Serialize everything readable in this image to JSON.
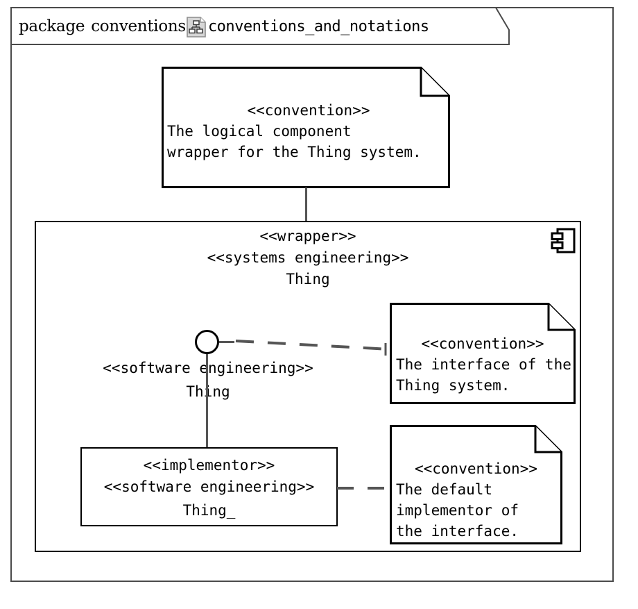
{
  "package": {
    "keyword": "package",
    "name": "conventions",
    "icon": "diagram-page-icon",
    "qualified_name": "conventions_and_notations"
  },
  "notes": [
    {
      "id": "note-wrapper",
      "stereotype": "<<convention>>",
      "lines": [
        "The logical component",
        "wrapper for the Thing system."
      ]
    },
    {
      "id": "note-interface",
      "stereotype": "<<convention>>",
      "lines": [
        "The interface of the",
        " Thing system."
      ]
    },
    {
      "id": "note-implementor",
      "stereotype": "<<convention>>",
      "lines": [
        "The default",
        "implementor of",
        "the interface."
      ]
    }
  ],
  "component": {
    "id": "component-thing",
    "stereotype_1": "<<wrapper>>",
    "stereotype_2": "<<systems engineering>>",
    "name": "Thing",
    "icon": "uml-component-icon"
  },
  "interface": {
    "id": "interface-thing",
    "icon": "lollipop-icon",
    "stereotype": "<<software engineering>>",
    "name": "Thing"
  },
  "implementor": {
    "id": "class-thing-underscore",
    "stereotype_1": "<<implementor>>",
    "stereotype_2": "<<software engineering>>",
    "name": "Thing_"
  },
  "colors": {
    "stroke": "#000000",
    "frame_stroke": "#4a4a4a",
    "connector": "#555555",
    "background": "#ffffff",
    "icon_fill": "#d6d6d6"
  }
}
